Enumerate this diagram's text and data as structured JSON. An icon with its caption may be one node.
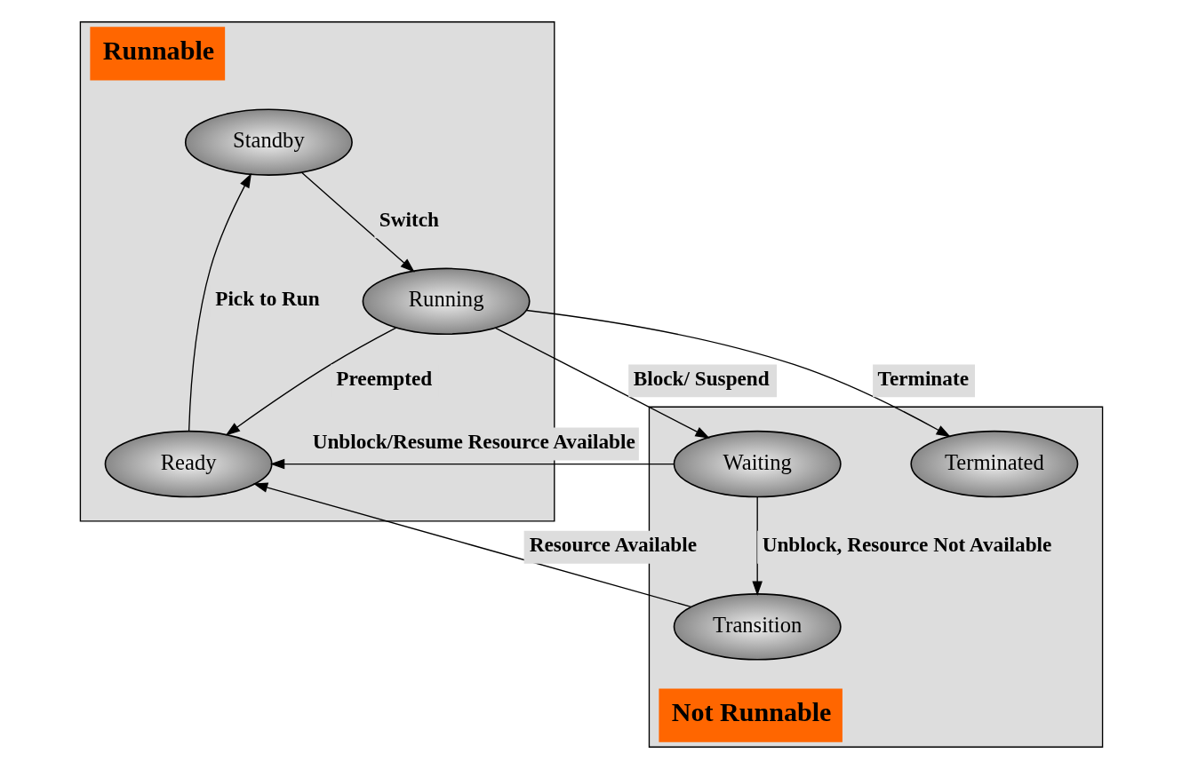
{
  "diagram": {
    "nodes": [
      {
        "text": [
          "Runnable"
        ]
      },
      {
        "text": [
          "Standby"
        ],
        "in": 0
      },
      {
        "text": [
          "Ready"
        ],
        "in": 0
      },
      {
        "text": [
          "Running"
        ],
        "in": 0
      },
      {
        "text": [
          "Not Runnable"
        ]
      },
      {
        "text": [
          "Transition"
        ],
        "in": 4
      },
      {
        "text": [
          "Waiting"
        ],
        "in": 4
      },
      {
        "text": [
          "Terminated"
        ],
        "in": 4
      }
    ],
    "edges": [
      {
        "from": 2,
        "to": 1,
        "arrow": "to",
        "label": "Pick to Run"
      },
      {
        "from": 1,
        "to": 3,
        "arrow": "to",
        "label": "Switch"
      },
      {
        "from": 3,
        "to": 2,
        "arrow": "to",
        "label": "Preempted"
      },
      {
        "from": 3,
        "to": 6,
        "arrow": "to",
        "label": "Block/ Suspend"
      },
      {
        "from": 3,
        "to": 7,
        "arrow": "to",
        "label": "Terminate"
      },
      {
        "from": 6,
        "to": 2,
        "arrow": "to",
        "label": "Unblock/Resume Resource Available"
      },
      {
        "from": 6,
        "to": 5,
        "arrow": "to",
        "label": "Unblock, Resource Not Available"
      },
      {
        "from": 5,
        "to": 2,
        "arrow": "to",
        "label": "Resource Available"
      }
    ]
  }
}
